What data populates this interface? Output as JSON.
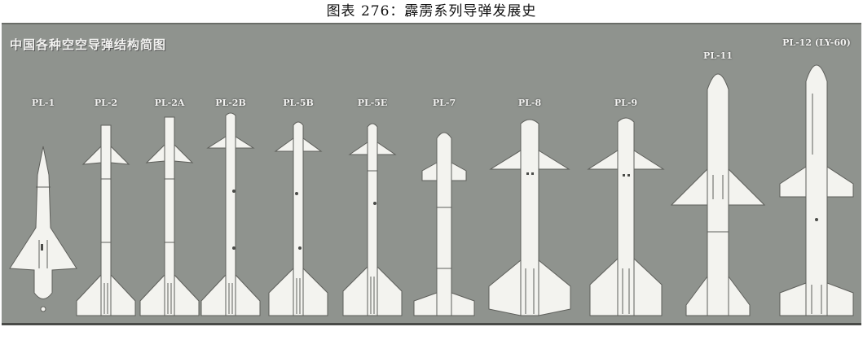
{
  "figure": {
    "caption": "图表 276：霹雳系列导弹发展史",
    "plate_title": "中国各种空空导弹结构简图",
    "colors": {
      "background": "#8f938e",
      "missile": "#f3f3ef",
      "outline": "#5e5f5b"
    }
  },
  "missiles": [
    {
      "id": "pl1",
      "label": "PL-1"
    },
    {
      "id": "pl2",
      "label": "PL-2"
    },
    {
      "id": "pl2a",
      "label": "PL-2A"
    },
    {
      "id": "pl2b",
      "label": "PL-2B"
    },
    {
      "id": "pl5b",
      "label": "PL-5B"
    },
    {
      "id": "pl5e",
      "label": "PL-5E"
    },
    {
      "id": "pl7",
      "label": "PL-7"
    },
    {
      "id": "pl8",
      "label": "PL-8"
    },
    {
      "id": "pl9",
      "label": "PL-9"
    },
    {
      "id": "pl11",
      "label": "PL-11"
    },
    {
      "id": "pl12",
      "label": "PL-12 (LY-60)"
    }
  ]
}
